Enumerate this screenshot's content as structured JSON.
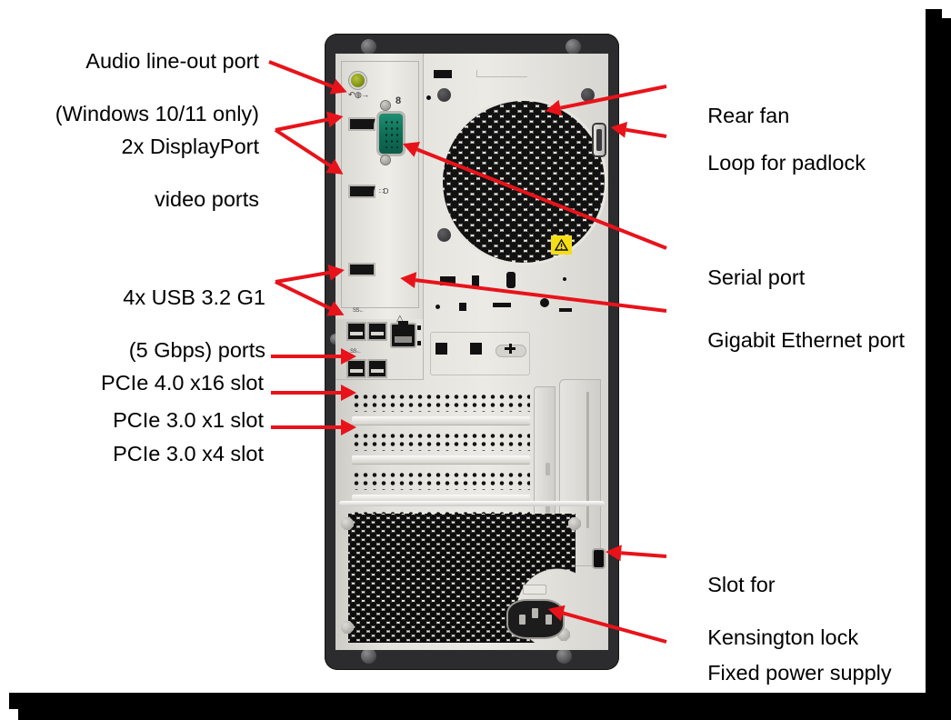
{
  "figure": {
    "title": "Rear view of tower computer with callout labels",
    "accent_color": "#e8131a",
    "background": "#ffffff"
  },
  "callouts": {
    "left": [
      {
        "id": "audio-line-out",
        "line1": "Audio line-out port",
        "line2": "(Windows 10/11 only)"
      },
      {
        "id": "displayport",
        "line1": "2x DisplayPort",
        "line2": "video ports"
      },
      {
        "id": "usb-ports",
        "line1": "4x USB 3.2 G1",
        "line2": "(5 Gbps) ports"
      },
      {
        "id": "pcie-40-x16",
        "line1": "PCIe 4.0 x16 slot",
        "line2": ""
      },
      {
        "id": "pcie-30-x1",
        "line1": "PCIe 3.0 x1 slot",
        "line2": ""
      },
      {
        "id": "pcie-30-x4",
        "line1": "PCIe 3.0 x4 slot",
        "line2": ""
      }
    ],
    "right": [
      {
        "id": "rear-fan",
        "line1": "Rear fan",
        "line2": ""
      },
      {
        "id": "loop-for-padlock",
        "line1": "Loop for padlock",
        "line2": ""
      },
      {
        "id": "serial-port",
        "line1": "Serial port",
        "line2": ""
      },
      {
        "id": "gigabit-ethernet",
        "line1": "Gigabit Ethernet port",
        "line2": ""
      },
      {
        "id": "kensington-slot",
        "line1": "Slot for",
        "line2": "Kensington lock"
      },
      {
        "id": "fixed-power-supply",
        "line1": "Fixed power supply",
        "line2": ""
      }
    ]
  },
  "device": {
    "name": "tower-computer-rear-panel",
    "colors": {
      "chassis": "#2c2c2e",
      "panel": "#e3e1dc",
      "serial_port": "#0f6f57",
      "audio_jack": "#7d8f12",
      "warning_label": "#f5dd16"
    },
    "ports": {
      "audio_jack": "audio-line-out-jack",
      "displayport_count": 2,
      "serial": "serial-db9-port",
      "usb_count": 4,
      "usb_marking": "SS",
      "ethernet": "rj45-gigabit-port",
      "power_inlet": "iec-c14-inlet"
    },
    "slots": {
      "pcie_count": 4
    },
    "fan": "rear-exhaust-fan-grille",
    "security": {
      "padlock_loop": "loop-for-padlock",
      "kensington": "kensington-lock-slot"
    },
    "warning_label_glyph": "⚠"
  }
}
